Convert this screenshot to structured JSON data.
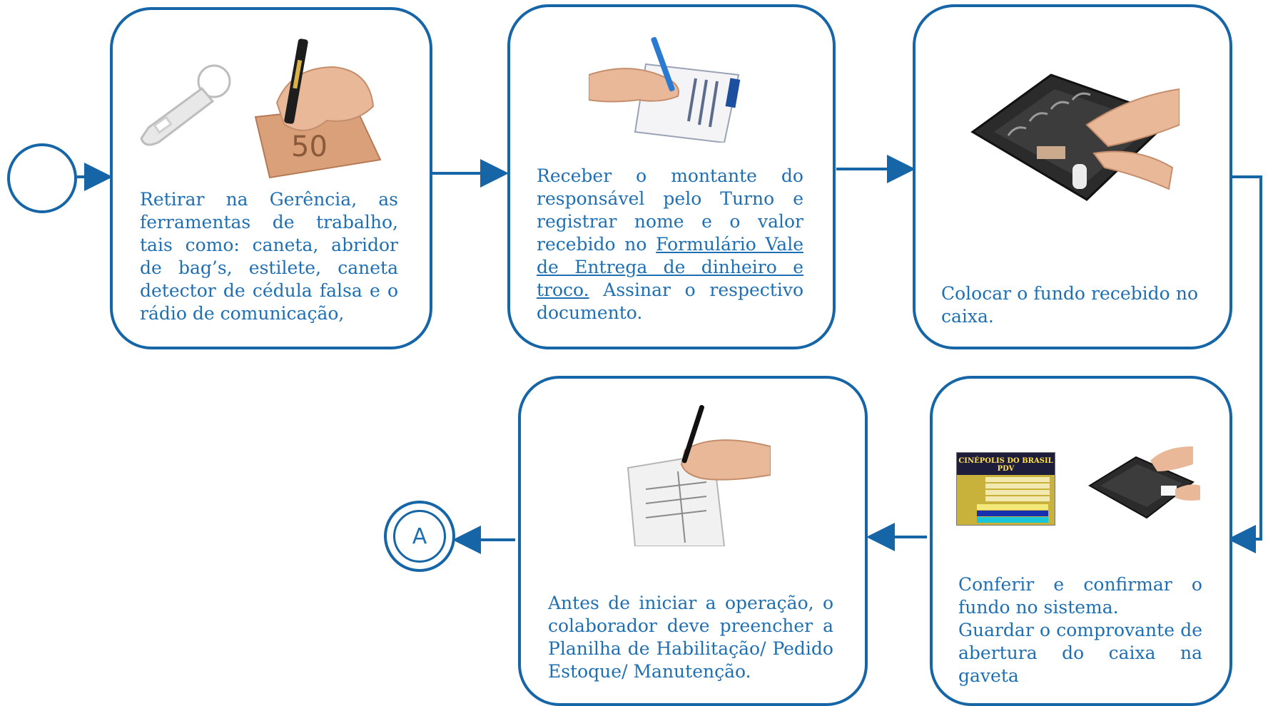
{
  "diagram": {
    "accent_color": "#1565a7",
    "text_color": "#1f6fb3",
    "start_event": {
      "label": ""
    },
    "end_connector": {
      "label": "A"
    },
    "steps": [
      {
        "id": "step1",
        "text": "Retirar na Gerência, as ferramentas de trabalho, tais como: caneta, abridor de bag’s, estilete, caneta detector de cédula falsa e o rádio de comunicação,",
        "image_icon": "bottle-opener-and-pen-on-banknote"
      },
      {
        "id": "step2",
        "text_before": "Receber o montante do responsável pelo Turno e registrar nome e o valor recebido no ",
        "text_link": "Formulário Vale de Entrega de dinheiro e troco.",
        "text_after": " Assinar o respectivo documento.",
        "image_icon": "hand-writing-on-form"
      },
      {
        "id": "step3",
        "text": "Colocar o fundo recebido no caixa.",
        "image_icon": "cash-drawer-with-hands"
      },
      {
        "id": "step4",
        "text_lines": [
          "Conferir e confirmar o fundo no sistema.",
          "Guardar o comprovante de abertura do caixa na gaveta"
        ],
        "image_icon": "pos-screen-and-cash-drawer",
        "screen": {
          "title": "CINÉPOLIS DO BRASIL",
          "subtitle": "PDV"
        }
      },
      {
        "id": "step5",
        "text": "Antes de iniciar a operação, o colaborador deve preencher a Planilha de Habilitação/ Pedido Estoque/ Manutenção.",
        "image_icon": "hand-writing-on-spreadsheet"
      }
    ]
  }
}
